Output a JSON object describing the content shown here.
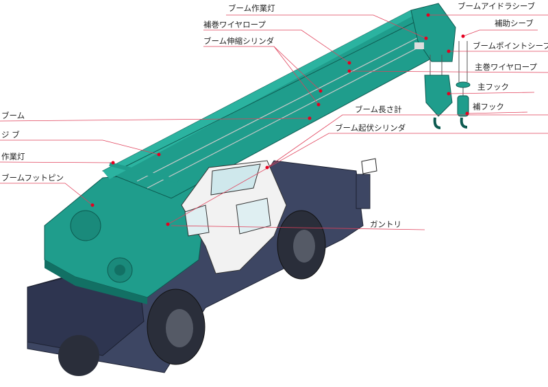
{
  "diagram": {
    "colors": {
      "body": "#1f9d8c",
      "body_dark": "#127064",
      "chassis": "#3d4663",
      "chassis_dark": "#262c40",
      "cab": "#f2f2f2",
      "leader": "#e0405a",
      "underline": "#e9a0aa"
    },
    "labels": [
      {
        "id": "boom-work-light",
        "text": "ブーム作業灯"
      },
      {
        "id": "aux-wire-rope",
        "text": "補巻ワイヤロープ"
      },
      {
        "id": "boom-telescoping-cylinder",
        "text": "ブーム伸縮シリンダ"
      },
      {
        "id": "boom",
        "text": "ブーム"
      },
      {
        "id": "jib",
        "text": "ジ ブ"
      },
      {
        "id": "work-light",
        "text": "作業灯"
      },
      {
        "id": "boom-foot-pin",
        "text": "ブームフットピン"
      },
      {
        "id": "boom-idler-sheave",
        "text": "ブームアイドラシーブ"
      },
      {
        "id": "aux-sheave",
        "text": "補助シーブ"
      },
      {
        "id": "boom-point-sheave",
        "text": "ブームポイントシーブ"
      },
      {
        "id": "main-wire-rope",
        "text": "主巻ワイヤロープ"
      },
      {
        "id": "main-hook",
        "text": "主フック"
      },
      {
        "id": "aux-hook",
        "text": "補フック"
      },
      {
        "id": "boom-length-gauge",
        "text": "ブーム長さ計"
      },
      {
        "id": "boom-derricking-cylinder",
        "text": "ブーム起伏シリンダ"
      },
      {
        "id": "gantry",
        "text": "ガントリ"
      }
    ]
  }
}
